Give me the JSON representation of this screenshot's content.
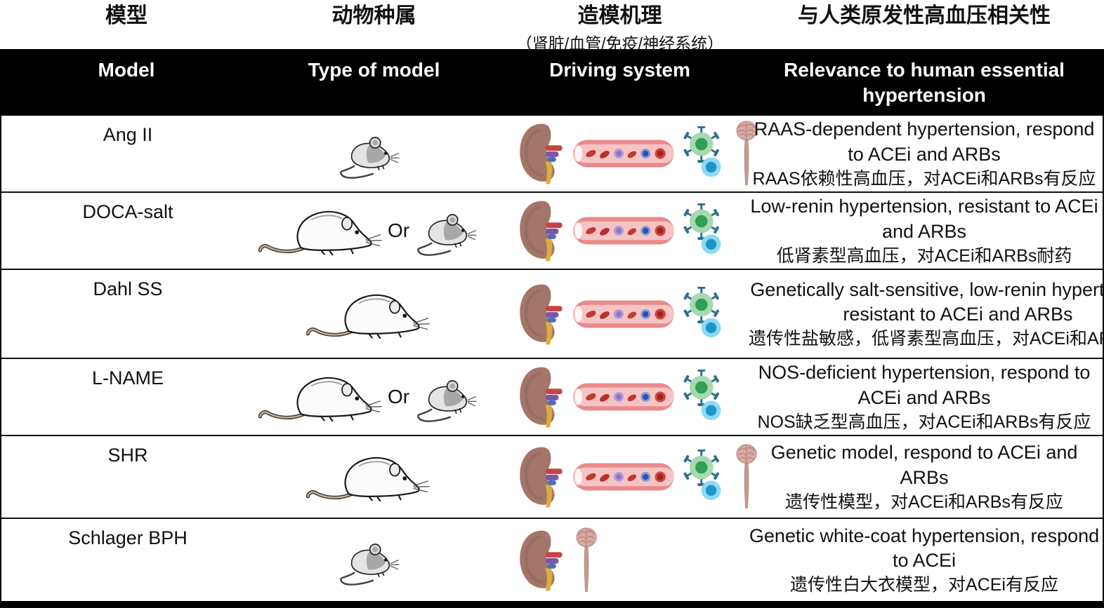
{
  "header": {
    "columns": [
      {
        "zh": "模型",
        "en": "Model"
      },
      {
        "zh": "动物种属",
        "en": "Type of model"
      },
      {
        "zh": "造模机理",
        "zh_sub": "（肾脏/血管/免疫/神经系统）",
        "en": "Driving system"
      },
      {
        "zh": "与人类原发性高血压相关性",
        "en": "Relevance to human essential hypertension"
      }
    ]
  },
  "or_label": "Or",
  "rows": [
    {
      "model": "Ang II",
      "animals": [
        "mouse"
      ],
      "driving_icons": [
        "kidney",
        "vessel",
        "immune",
        "brain"
      ],
      "relevance_en": "RAAS-dependent hypertension, respond to ACEi and ARBs",
      "relevance_zh": "RAAS依赖性高血压，对ACEi和ARBs有反应"
    },
    {
      "model": "DOCA-salt",
      "animals": [
        "rat",
        "mouse"
      ],
      "driving_icons": [
        "kidney",
        "vessel",
        "immune"
      ],
      "relevance_en": "Low-renin hypertension, resistant to ACEi and ARBs",
      "relevance_zh": "低肾素型高血压，对ACEi和ARBs耐药"
    },
    {
      "model": "Dahl SS",
      "animals": [
        "rat"
      ],
      "driving_icons": [
        "kidney",
        "vessel",
        "immune"
      ],
      "relevance_en": "Genetically salt-sensitive, low-renin hypertension, resistant to ACEi and ARBs",
      "relevance_zh": "遗传性盐敏感，低肾素型高血压，对ACEi和ARBs耐药"
    },
    {
      "model": "L-NAME",
      "animals": [
        "rat",
        "mouse"
      ],
      "driving_icons": [
        "kidney",
        "vessel",
        "immune"
      ],
      "relevance_en": "NOS-deficient hypertension, respond to ACEi and ARBs",
      "relevance_zh": "NOS缺乏型高血压，对ACEi和ARBs有反应"
    },
    {
      "model": "SHR",
      "animals": [
        "rat"
      ],
      "driving_icons": [
        "kidney",
        "vessel",
        "immune",
        "brain"
      ],
      "relevance_en": "Genetic model, respond to ACEi and ARBs",
      "relevance_zh": "遗传性模型，对ACEi和ARBs有反应"
    },
    {
      "model": "Schlager BPH",
      "animals": [
        "mouse"
      ],
      "driving_icons": [
        "kidney",
        "brain"
      ],
      "relevance_en": "Genetic white-coat hypertension, respond to ACEi",
      "relevance_zh": "遗传性白大衣模型，对ACEi有反应"
    }
  ],
  "icon_legend": {
    "kidney": "kidney-icon",
    "vessel": "blood-vessel-icon",
    "immune": "immune-cells-icon",
    "brain": "brain-spinal-cord-icon",
    "mouse": "mouse-icon",
    "rat": "rat-icon"
  },
  "colors": {
    "header_bg": "#000000",
    "header_text": "#ffffff",
    "body_bg": "#ffffff",
    "text": "#111111",
    "kidney": "#a3766a",
    "vessel_wall": "#e98b8b",
    "vessel_lumen": "#f7c4c4",
    "rbc": "#c03a34",
    "immune_green": "#a8d8ad",
    "immune_green_nucleus": "#2f9e57",
    "immune_blue": "#8ed9f4",
    "immune_blue_nucleus": "#1e95c9",
    "brain": "#d8aba3",
    "ureter_yellow": "#ddad3a",
    "artery_red": "#c84444",
    "vein_purple": "#7a55a8"
  }
}
